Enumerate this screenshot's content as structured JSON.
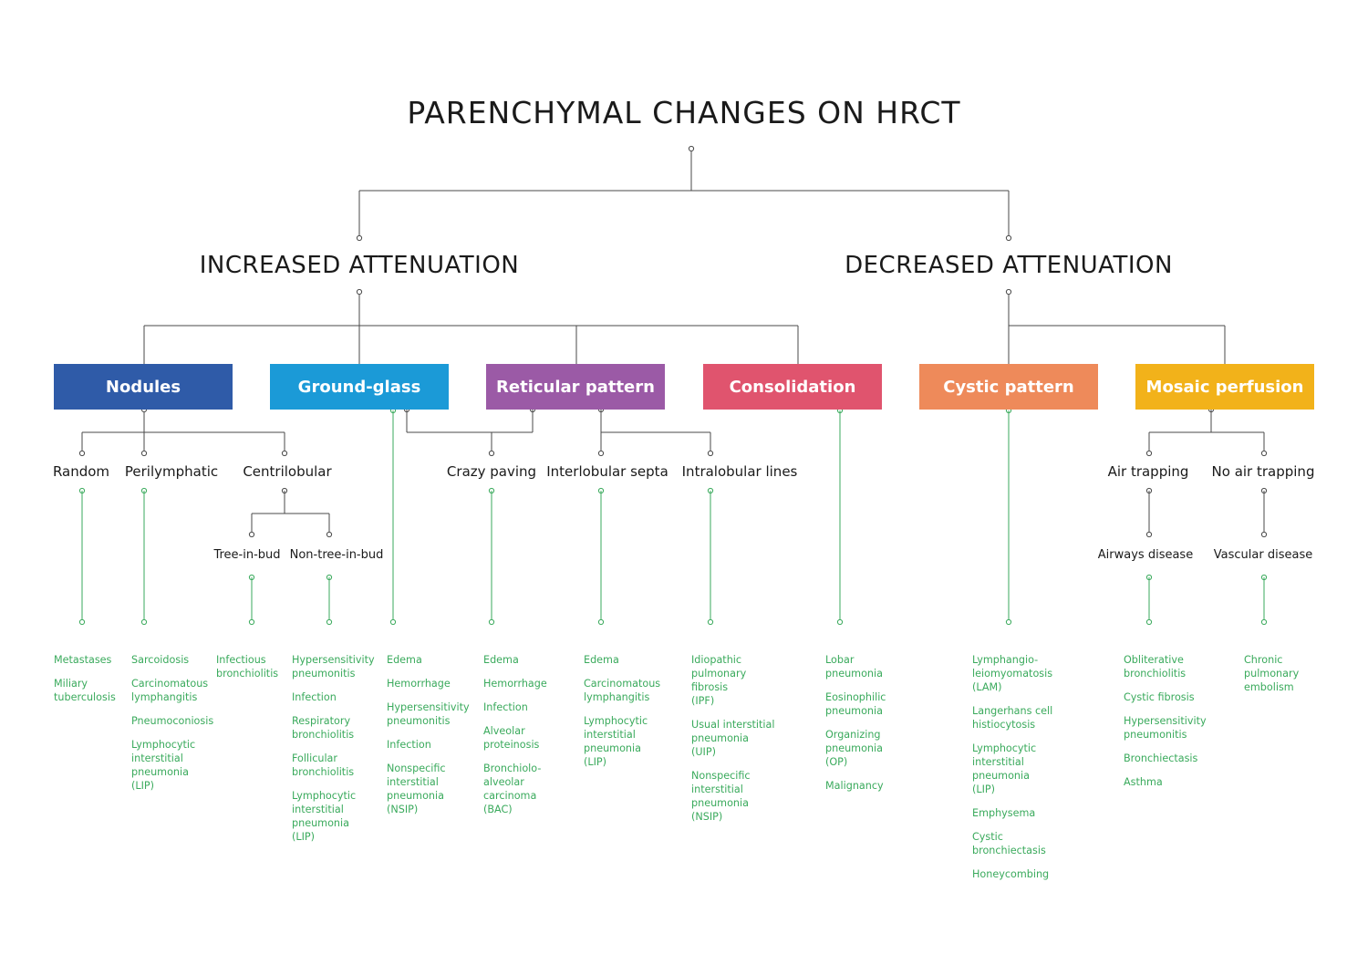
{
  "title": "PARENCHYMAL CHANGES ON HRCT",
  "branches": {
    "increased": "INCREASED ATTENUATION",
    "decreased": "DECREASED ATTENUATION"
  },
  "categories": {
    "nodules": {
      "label": "Nodules",
      "color": "#2f5ba8"
    },
    "ground_glass": {
      "label": "Ground-glass",
      "color": "#1b9ad7"
    },
    "reticular": {
      "label": "Reticular pattern",
      "color": "#9b5aa6"
    },
    "consolidation": {
      "label": "Consolidation",
      "color": "#e0546e"
    },
    "cystic": {
      "label": "Cystic pattern",
      "color": "#ee8a5a"
    },
    "mosaic": {
      "label": "Mosaic perfusion",
      "color": "#f2b21a"
    }
  },
  "subtypes": {
    "random": "Random",
    "perilymphatic": "Perilymphatic",
    "centrilobular": "Centrilobular",
    "tree_in_bud": "Tree-in-bud",
    "non_tree_in_bud": "Non-tree-in-bud",
    "crazy_paving": "Crazy paving",
    "interlobular_septa": "Interlobular septa",
    "intralobular_lines": "Intralobular lines",
    "air_trapping": "Air trapping",
    "no_air_trapping": "No air trapping",
    "airways_disease": "Airways disease",
    "vascular_disease": "Vascular disease"
  },
  "lists": {
    "random": [
      [
        "Metastases"
      ],
      [
        "Miliary",
        "tuberculosis"
      ]
    ],
    "perilymphatic": [
      [
        "Sarcoidosis"
      ],
      [
        "Carcinomatous",
        "lymphangitis"
      ],
      [
        "Pneumoconiosis"
      ],
      [
        "Lymphocytic",
        "interstitial",
        "pneumonia",
        "(LIP)"
      ]
    ],
    "tree_in_bud": [
      [
        "Infectious",
        "bronchiolitis"
      ]
    ],
    "non_tree_in_bud": [
      [
        "Hypersensitivity",
        "pneumonitis"
      ],
      [
        "Infection"
      ],
      [
        "Respiratory",
        "bronchiolitis"
      ],
      [
        "Follicular",
        "bronchiolitis"
      ],
      [
        "Lymphocytic",
        "interstitial",
        "pneumonia",
        "(LIP)"
      ]
    ],
    "ground_glass": [
      [
        "Edema"
      ],
      [
        "Hemorrhage"
      ],
      [
        "Hypersensitivity",
        "pneumonitis"
      ],
      [
        "Infection"
      ],
      [
        "Nonspecific",
        "interstitial",
        "pneumonia",
        "(NSIP)"
      ]
    ],
    "crazy_paving": [
      [
        "Edema"
      ],
      [
        "Hemorrhage"
      ],
      [
        "Infection"
      ],
      [
        "Alveolar",
        "proteinosis"
      ],
      [
        "Bronchiolo-",
        "alveolar",
        "carcinoma",
        "(BAC)"
      ]
    ],
    "interlobular_septa": [
      [
        "Edema"
      ],
      [
        "Carcinomatous",
        "lymphangitis"
      ],
      [
        "Lymphocytic",
        "interstitial",
        "pneumonia",
        "(LIP)"
      ]
    ],
    "intralobular_lines": [
      [
        "Idiopathic",
        "pulmonary",
        "fibrosis",
        "(IPF)"
      ],
      [
        "Usual interstitial",
        "pneumonia",
        "(UIP)"
      ],
      [
        "Nonspecific",
        "interstitial",
        "pneumonia",
        "(NSIP)"
      ]
    ],
    "consolidation": [
      [
        "Lobar",
        "pneumonia"
      ],
      [
        "Eosinophilic",
        "pneumonia"
      ],
      [
        "Organizing",
        "pneumonia",
        "(OP)"
      ],
      [
        "Malignancy"
      ]
    ],
    "cystic": [
      [
        "Lymphangio-",
        "leiomyomatosis",
        "(LAM)"
      ],
      [
        "Langerhans cell",
        "histiocytosis"
      ],
      [
        "Lymphocytic",
        "interstitial",
        "pneumonia",
        "(LIP)"
      ],
      [
        "Emphysema"
      ],
      [
        "Cystic",
        "bronchiectasis"
      ],
      [
        "Honeycombing"
      ]
    ],
    "airways_disease": [
      [
        "Obliterative",
        "bronchiolitis"
      ],
      [
        "Cystic fibrosis"
      ],
      [
        "Hypersensitivity",
        "pneumonitis"
      ],
      [
        "Bronchiectasis"
      ],
      [
        "Asthma"
      ]
    ],
    "vascular_disease": [
      [
        "Chronic",
        "pulmonary",
        "embolism"
      ]
    ]
  },
  "colors": {
    "line": "#4a4a4a",
    "leaf_line": "#3aaa5c",
    "text": "#1a1a1a",
    "leaf_text": "#3aaa5c"
  }
}
